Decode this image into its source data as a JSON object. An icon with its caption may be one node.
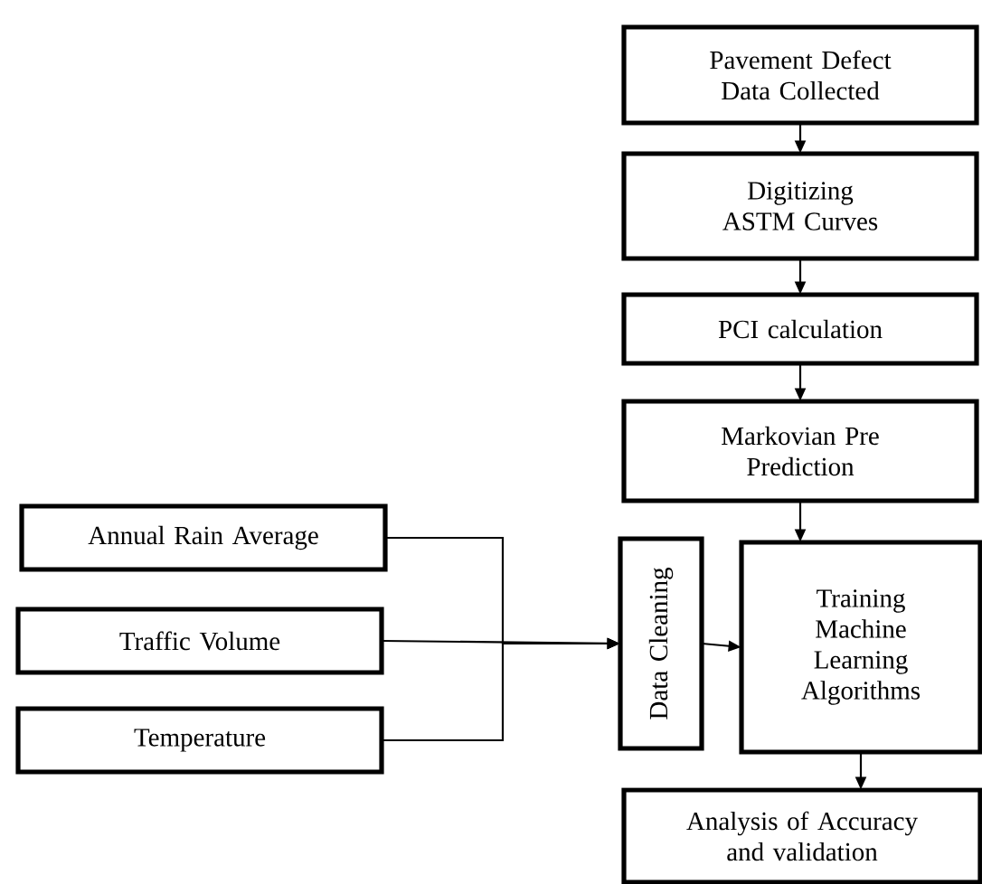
{
  "diagram": {
    "nodes": [
      {
        "text": [
          "Pavement Defect Data Collected"
        ]
      },
      {
        "text": [
          "Digitizing ASTM Curves"
        ]
      },
      {
        "text": [
          "PCI calculation"
        ]
      },
      {
        "text": [
          "Markovian Pre Prediction"
        ]
      },
      {
        "text": [
          "Annual Rain Average"
        ]
      },
      {
        "text": [
          "Traffic Volume"
        ]
      },
      {
        "text": [
          "Temperature"
        ]
      },
      {
        "text": [
          "Data Cleaning"
        ]
      },
      {
        "text": [
          "Training Machine Learning Algorithms"
        ]
      },
      {
        "text": [
          "Analysis of Accuracy and validation"
        ]
      }
    ],
    "edges": [
      {
        "from": 0,
        "to": 1,
        "arrow": "to"
      },
      {
        "from": 1,
        "to": 2,
        "arrow": "to"
      },
      {
        "from": 2,
        "to": 3,
        "arrow": "to"
      },
      {
        "from": 3,
        "to": 8,
        "arrow": "to"
      },
      {
        "from": 4,
        "to": 7,
        "arrow": "to"
      },
      {
        "from": 5,
        "to": 7,
        "arrow": "to"
      },
      {
        "from": 6,
        "to": 7,
        "arrow": "to"
      },
      {
        "from": 7,
        "to": 8,
        "arrow": "to"
      },
      {
        "from": 8,
        "to": 9,
        "arrow": "to"
      }
    ]
  }
}
